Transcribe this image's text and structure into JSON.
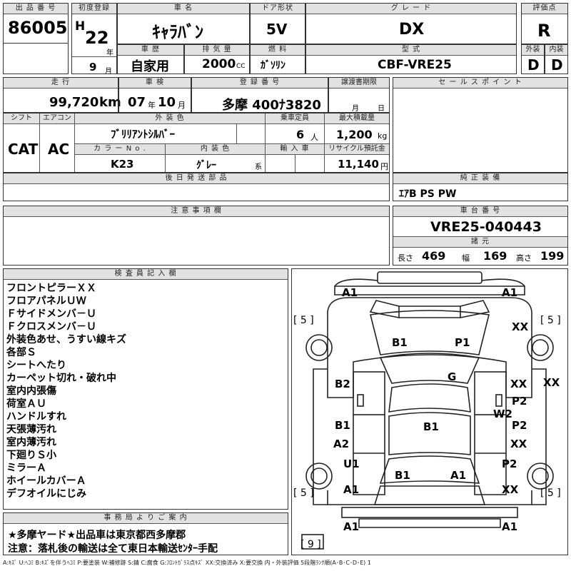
{
  "headers": {
    "lot_no": "出 品 番 号",
    "first_reg": "初度登録",
    "car_name": "車 名",
    "door": "ドア形状",
    "grade": "グ レ ー ド",
    "rating": "評価点",
    "history": "車 歴",
    "displacement": "排 気 量",
    "fuel": "燃 料",
    "model_code": "型 式",
    "exterior": "外装",
    "interior": "内装",
    "mileage": "走 行",
    "inspection": "車 検",
    "reg_no": "登 録 番 号",
    "transfer_doc": "譲渡書期限",
    "sales_point": "セ ー ル ス ポ イ ン ト",
    "shift": "シフト",
    "aircon": "エアコン",
    "ext_color": "外 装 色",
    "capacity": "乗車定員",
    "max_load": "最大積載量",
    "color_no": "カ ラ ー N o .",
    "int_color": "内 装 色",
    "import": "輸 入 車",
    "recycle": "リサイクル預託金",
    "later_parts": "後 日 発 送 部 品",
    "genuine_equip": "純 正 装 備",
    "notes": "注 意 事 項 欄",
    "chassis_no": "車 台 番 号",
    "dimensions": "諸 元",
    "inspector": "検 査 員 記 入 欄",
    "office": "事 務 局 よ り ご 案 内"
  },
  "lot_number": "86005",
  "era_letter": "H",
  "year": "22",
  "year_unit": "年",
  "month": "9",
  "month_unit": "月",
  "car_name": "ｷｬﾗﾊﾞﾝ",
  "door": "5V",
  "grade": "DX",
  "rating": "R",
  "history": "自家用",
  "displacement": "2000",
  "displacement_unit": "CC",
  "fuel": "ｶﾞｿﾘﾝ",
  "model_code": "CBF-VRE25",
  "exterior_grade": "D",
  "interior_grade": "D",
  "mileage": "99,720",
  "mileage_unit": "km",
  "inspection_year": "07",
  "inspection_year_unit": "年",
  "inspection_month": "10",
  "inspection_month_unit": "月",
  "reg_no": "多摩 400ﾅ3820",
  "transfer_month_unit": "月",
  "transfer_day_unit": "日",
  "shift": "CAT",
  "aircon": "AC",
  "ext_color": "ﾌﾞﾘﾘｱﾝﾄｼﾙﾊﾞｰ",
  "capacity": "6",
  "capacity_unit": "人",
  "max_load": "1,200",
  "max_load_unit": "kg",
  "color_no": "K23",
  "int_color": "ｸﾞﾚｰ",
  "int_color_suffix": "系",
  "recycle": "11,140",
  "recycle_unit": "円",
  "genuine_equip": "ｴｱB PS PW",
  "chassis_no": "VRE25-040443",
  "length_label": "長さ",
  "length": "469",
  "width_label": "幅",
  "width": "169",
  "height_label": "高さ",
  "height": "199",
  "remarks": [
    "フロントピラーＸＸ",
    "フロアパネルＵＷ",
    "Ｆサイドメンバ－Ｕ",
    "Ｆクロスメンバ－Ｕ",
    "外装色あせ、うすい線キズ",
    "各部Ｓ",
    "シートへたり",
    "カーペット切れ・破れ中",
    "室内内張傷",
    "荷室ＡＵ",
    "ハンドルすれ",
    "天張薄汚れ",
    "室内薄汚れ",
    "下廻りＳ小",
    "ミラーＡ",
    "ホイールカバーＡ",
    "デフオイルにじみ"
  ],
  "office_lines": [
    "★多摩ヤード★出品車は東京都西多摩郡",
    "注意：落札後の輸送は全て東日本輸送ｾﾝﾀｰ手配"
  ],
  "diagram": {
    "front_left": "A1",
    "front_right": "A1",
    "tire_fl": "[ 5 ]",
    "tire_fr": "[ 5 ]",
    "tire_rl": "[ 5 ]",
    "tire_rr": "[ 5 ]",
    "spare": "[ 9 ]",
    "xx_fender_r": "XX",
    "b1_hood_l": "B1",
    "p1_hood_r": "P1",
    "g_windshield": "G",
    "b2_left": "B2",
    "xx_right_1": "XX",
    "xx_far_right": "XX",
    "p2_right_1": "P2",
    "w2_right": "W2",
    "b1_left_mid": "B1",
    "b1_roof": "B1",
    "p2_right_2": "P2",
    "a2_left": "A2",
    "xx_right_2": "XX",
    "u1_left": "U1",
    "p2_right_3": "P2",
    "b1_rear_l": "B1",
    "a1_rear_c": "A1",
    "a1_left_low": "A1",
    "xx_right_low": "XX",
    "rear_left": "A1",
    "rear_right": "A1"
  },
  "legend": "A:ｷｽﾞ U:ﾍｺﾐ B:ｷｽﾞを伴うﾍｺﾐ P:要塗装 W:補修跡 S:錆 C:腐食 G:ﾌﾛﾝﾄｶﾞﾗｽ点ｷｽﾞ XX:交換済み X:要交換 内・外装評価 5段階ﾗﾝｸ順(A･B･C･D･E) 1"
}
